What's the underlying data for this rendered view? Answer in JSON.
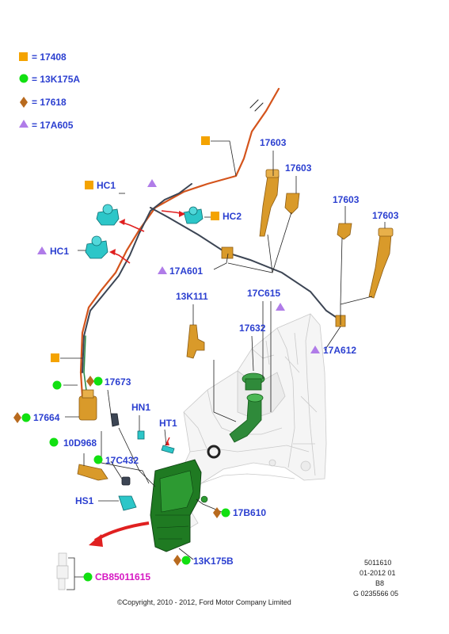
{
  "colors": {
    "label": "#2b3fd0",
    "label_alt": "#d617c2",
    "square": "#f4a300",
    "circle": "#11e011",
    "diamond": "#b86a1e",
    "triangle": "#b07ce8",
    "part_gold": "#d99a2a",
    "part_green": "#1f7a22",
    "part_cyan": "#2cc6c8",
    "hose_orange": "#d4541c",
    "hose_gray": "#3c4554"
  },
  "legend": [
    {
      "symbol": "square",
      "label": "= 17408"
    },
    {
      "symbol": "circle",
      "label": "= 13K175A"
    },
    {
      "symbol": "diamond",
      "label": "= 17618"
    },
    {
      "symbol": "triangle",
      "label": "= 17A605"
    }
  ],
  "callouts": {
    "n17603a": "17603",
    "n17603b": "17603",
    "n17603c": "17603",
    "n17603d": "17603",
    "hc1_top": "HC1",
    "hc2": "HC2",
    "hc1_mid": "HC1",
    "n17a601": "17A601",
    "n13k111": "13K111",
    "n17c615": "17C615",
    "n17632": "17632",
    "n17a612": "17A612",
    "n17673": "17673",
    "hn1": "HN1",
    "n17664": "17664",
    "ht1": "HT1",
    "n10d968": "10D968",
    "n17c432": "17C432",
    "hs1": "HS1",
    "n17b610": "17B610",
    "n13k175b": "13K175B",
    "cb": "CB85011615"
  },
  "ref": {
    "line1": "5011610",
    "line2": "01-2012 01",
    "line3": "B8",
    "line4": "G 0235566 05"
  },
  "copyright": "©Copyright, 2010 - 2012, Ford Motor Company Limited"
}
